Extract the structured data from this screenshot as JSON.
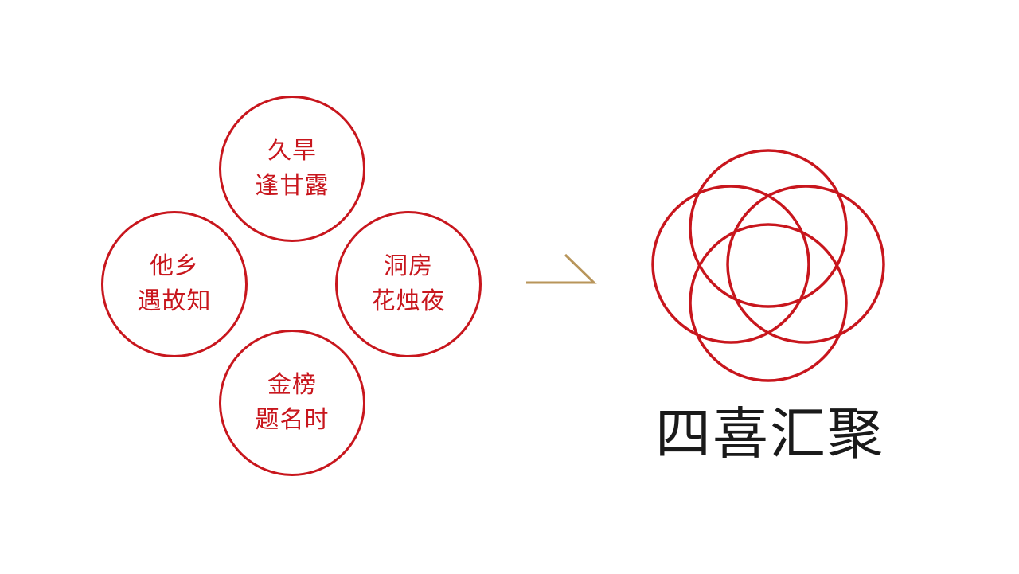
{
  "colors": {
    "accent_red": "#c8161d",
    "arrow_gold": "#b8955a",
    "title_dark": "#1a1a1a"
  },
  "circles": {
    "top": {
      "line1": "久旱",
      "line2": "逢甘露"
    },
    "left": {
      "line1": "他乡",
      "line2": "遇故知"
    },
    "right": {
      "line1": "洞房",
      "line2": "花烛夜"
    },
    "bottom": {
      "line1": "金榜",
      "line2": "题名时"
    }
  },
  "logo": {
    "title": "四喜汇聚"
  }
}
